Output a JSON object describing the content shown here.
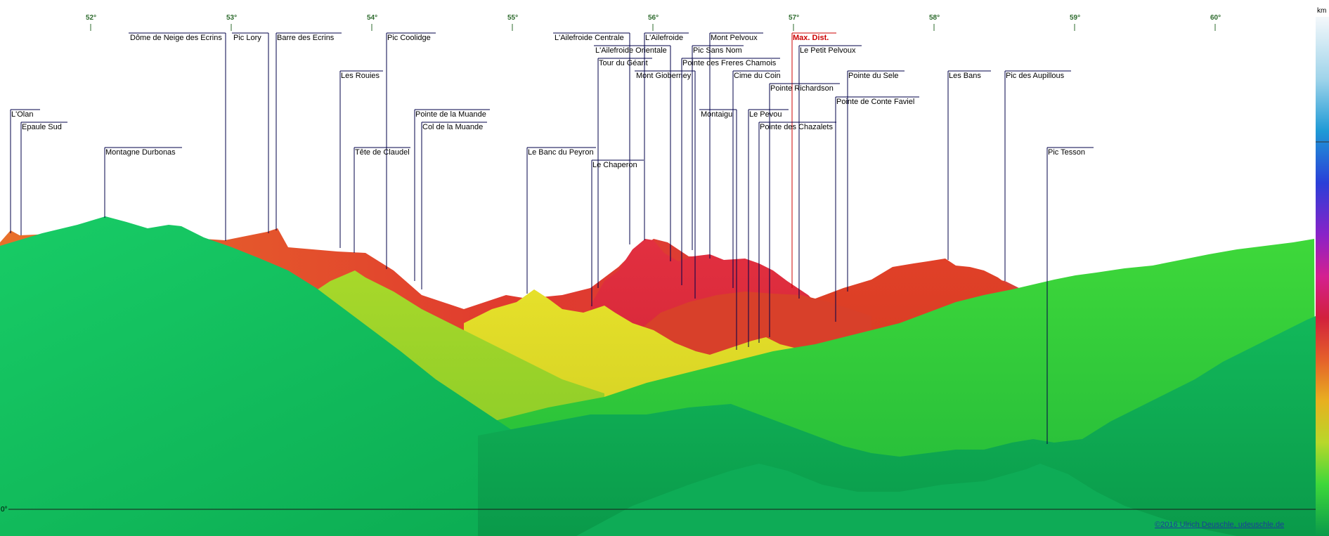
{
  "axis": {
    "degrees": [
      "52°",
      "53°",
      "54°",
      "55°",
      "56°",
      "57°",
      "58°",
      "59°",
      "60°"
    ],
    "horizon_label": "0°",
    "scale_unit": "km"
  },
  "peaks": [
    {
      "name": "L'Olan"
    },
    {
      "name": "Epaule Sud"
    },
    {
      "name": "Montagne Durbonas"
    },
    {
      "name": "Dôme de Neige des Ecrins"
    },
    {
      "name": "Pic Lory"
    },
    {
      "name": "Barre des Ecrins"
    },
    {
      "name": "Les Rouies"
    },
    {
      "name": "Pic Coolidge"
    },
    {
      "name": "Tête de Claudel"
    },
    {
      "name": "Pointe de la Muande"
    },
    {
      "name": "Col de la Muande"
    },
    {
      "name": "Le Banc du Peyron"
    },
    {
      "name": "L'Ailefroide Centrale"
    },
    {
      "name": "L'Ailefroide Orientale"
    },
    {
      "name": "Tour du Géant"
    },
    {
      "name": "Le Chaperon"
    },
    {
      "name": "L'Ailefroide"
    },
    {
      "name": "Mont Gioberney"
    },
    {
      "name": "Mont Pelvoux"
    },
    {
      "name": "Pic Sans Nom"
    },
    {
      "name": "Pointe des Freres Chamois"
    },
    {
      "name": "Montaigu"
    },
    {
      "name": "Cime du Coin"
    },
    {
      "name": "Max. Dist."
    },
    {
      "name": "Le Petit Pelvoux"
    },
    {
      "name": "Pointe Richardson"
    },
    {
      "name": "Le Pevou"
    },
    {
      "name": "Pointe des Chazalets"
    },
    {
      "name": "Pointe de Conte Faviel"
    },
    {
      "name": "Pointe du Sele"
    },
    {
      "name": "Les Bans"
    },
    {
      "name": "Pic des Aupillous"
    },
    {
      "name": "Pic Tesson"
    }
  ],
  "copyright": "©2016 Ulrich Deuschle, udeuschle.de",
  "colors": {
    "distance_scale": [
      "#0a8a4a",
      "#19c85a",
      "#6fd629",
      "#d8e02a",
      "#f0a020",
      "#e5502a",
      "#d22040",
      "#c0208a",
      "#7b22c8",
      "#2a3fd8",
      "#1a7ad0",
      "#6fc0e0"
    ],
    "max_dist": "#cc0000",
    "leader": "#00004a",
    "degree_text": "#2e6b2e"
  }
}
